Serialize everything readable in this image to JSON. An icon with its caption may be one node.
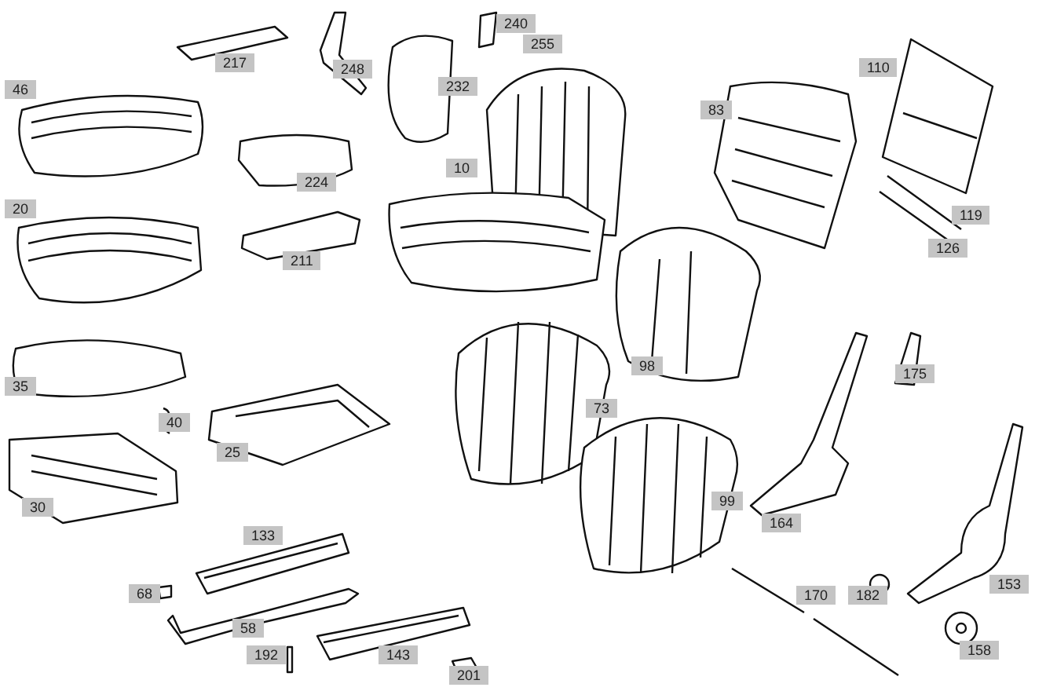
{
  "diagram": {
    "labels": [
      "240",
      "255",
      "217",
      "248",
      "110",
      "46",
      "232",
      "83",
      "10",
      "224",
      "119",
      "126",
      "20",
      "211",
      "98",
      "175",
      "35",
      "73",
      "40",
      "25",
      "30",
      "99",
      "164",
      "133",
      "153",
      "68",
      "170",
      "182",
      "58",
      "192",
      "143",
      "158",
      "201"
    ]
  }
}
